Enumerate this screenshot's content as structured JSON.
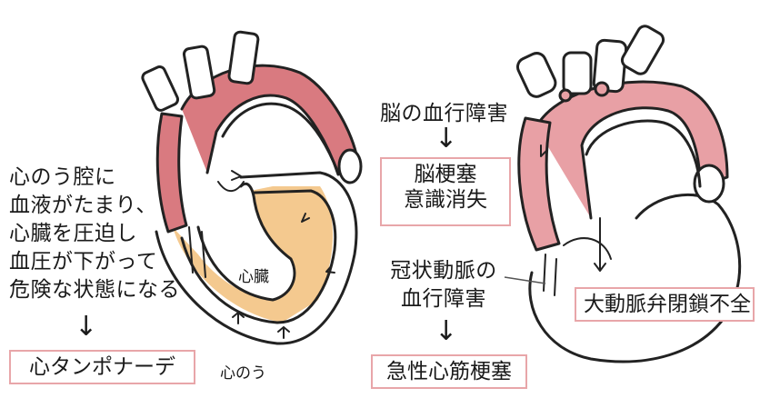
{
  "left": {
    "description_lines": [
      "心のう腔に",
      "血液がたまり、",
      "心臓を圧迫し",
      "血圧が下がって",
      "危険な状態になる"
    ],
    "result": "心タンポナーデ",
    "heart_label": "心臓",
    "pericardium_label": "心のう"
  },
  "right": {
    "cause_1": "脳の血行障害",
    "result_1_lines": [
      "脳梗塞",
      "意識消失"
    ],
    "cause_2_lines": [
      "冠状動脈の",
      "血行障害"
    ],
    "result_2": "急性心筋梗塞",
    "valve_result": "大動脈弁閉鎖不全"
  },
  "arrow_glyph": "↓",
  "colors": {
    "box_border": "#e8a6a9",
    "vessel_red": "#d97a80",
    "pericardium_orange": "#f2c07a",
    "outline": "#222222"
  }
}
